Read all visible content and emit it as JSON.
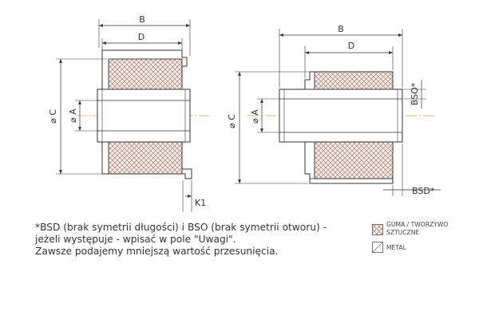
{
  "left_view": {
    "dim_B": "B",
    "dim_D": "D",
    "dim_C": "⌀ C",
    "dim_A": "⌀ A",
    "dim_K1": "K1"
  },
  "right_view": {
    "dim_B": "B",
    "dim_D": "D",
    "dim_C": "⌀ C",
    "dim_A": "⌀ A",
    "dim_BSO": "BSO*",
    "dim_BSD": "BSD*"
  },
  "note": {
    "line1": "*BSD (brak symetrii długości) i BSO (brak symetrii otworu) -",
    "line2": "jeżeli występuje - wpisać w pole \"Uwagi\".",
    "line3": "Zawsze podajemy mniejszą wartość przesunięcia."
  },
  "legend": {
    "rubber_label_line1": "GUMA / TWORZYWO",
    "rubber_label_line2": "SZTUCZNE",
    "metal_label": "METAL"
  },
  "colors": {
    "rubber_fill": "#f6ede3",
    "rubber_hatch": "#9e6a6a",
    "metal_fill": "#ffffff",
    "center_line": "#e0a33a",
    "line": "#333333"
  }
}
